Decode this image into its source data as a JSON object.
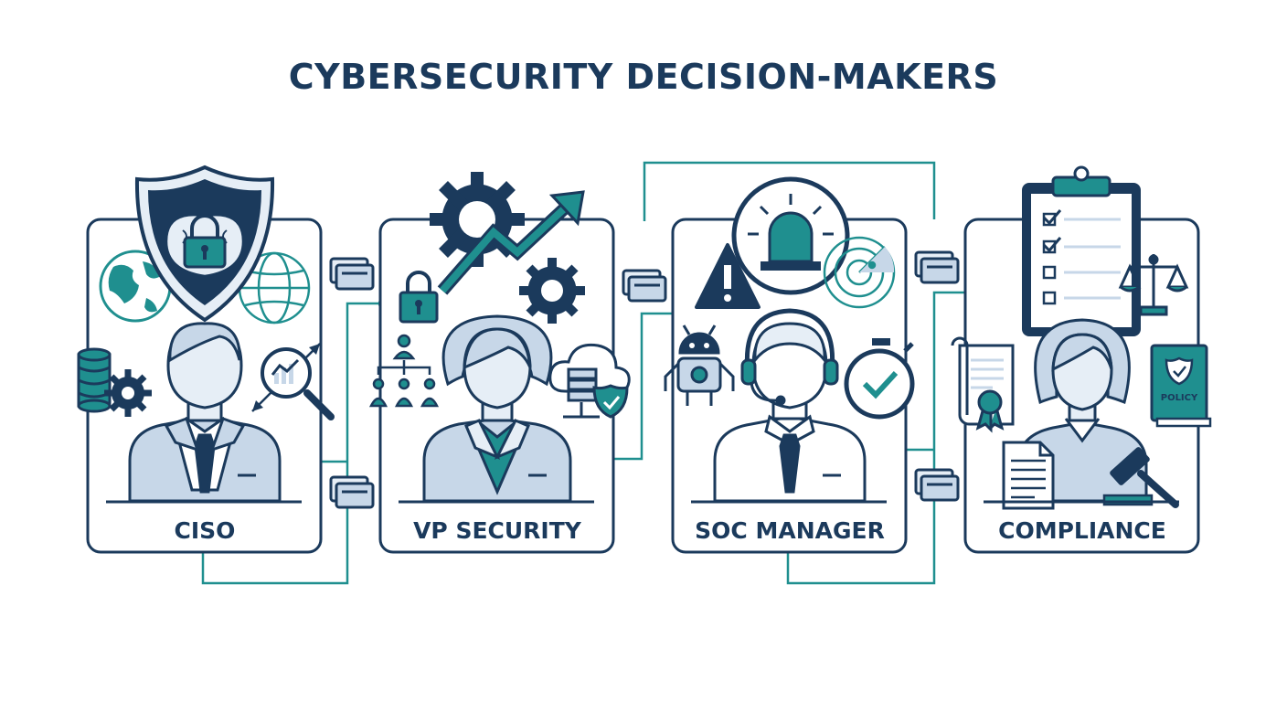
{
  "title": "CYBERSECURITY DECISION-MAKERS",
  "colors": {
    "navy": "#1b3a5c",
    "teal": "#1f8f8f",
    "light_blue": "#c7d7e8",
    "pale": "#e6eef6"
  },
  "roles": [
    {
      "label": "CISO",
      "person": "man-in-suit",
      "icons": [
        "shield-lock-brain-icon",
        "globe-icon",
        "database-icon",
        "gear-icon",
        "magnifier-chart-icon"
      ]
    },
    {
      "label": "VP SECURITY",
      "person": "woman-in-suit",
      "icons": [
        "gears-icon",
        "growth-arrow-icon",
        "padlock-icon",
        "org-chart-icon",
        "cloud-server-shield-icon"
      ]
    },
    {
      "label": "SOC MANAGER",
      "person": "man-with-headset",
      "icons": [
        "alarm-siren-icon",
        "warning-triangle-icon",
        "radar-icon",
        "robot-icon",
        "stopwatch-check-icon"
      ]
    },
    {
      "label": "COMPLIANCE",
      "person": "woman",
      "icons": [
        "clipboard-checklist-icon",
        "scales-icon",
        "certificate-icon",
        "policy-book-icon",
        "document-icon",
        "gavel-icon"
      ],
      "policy_label": "POLICY"
    }
  ]
}
